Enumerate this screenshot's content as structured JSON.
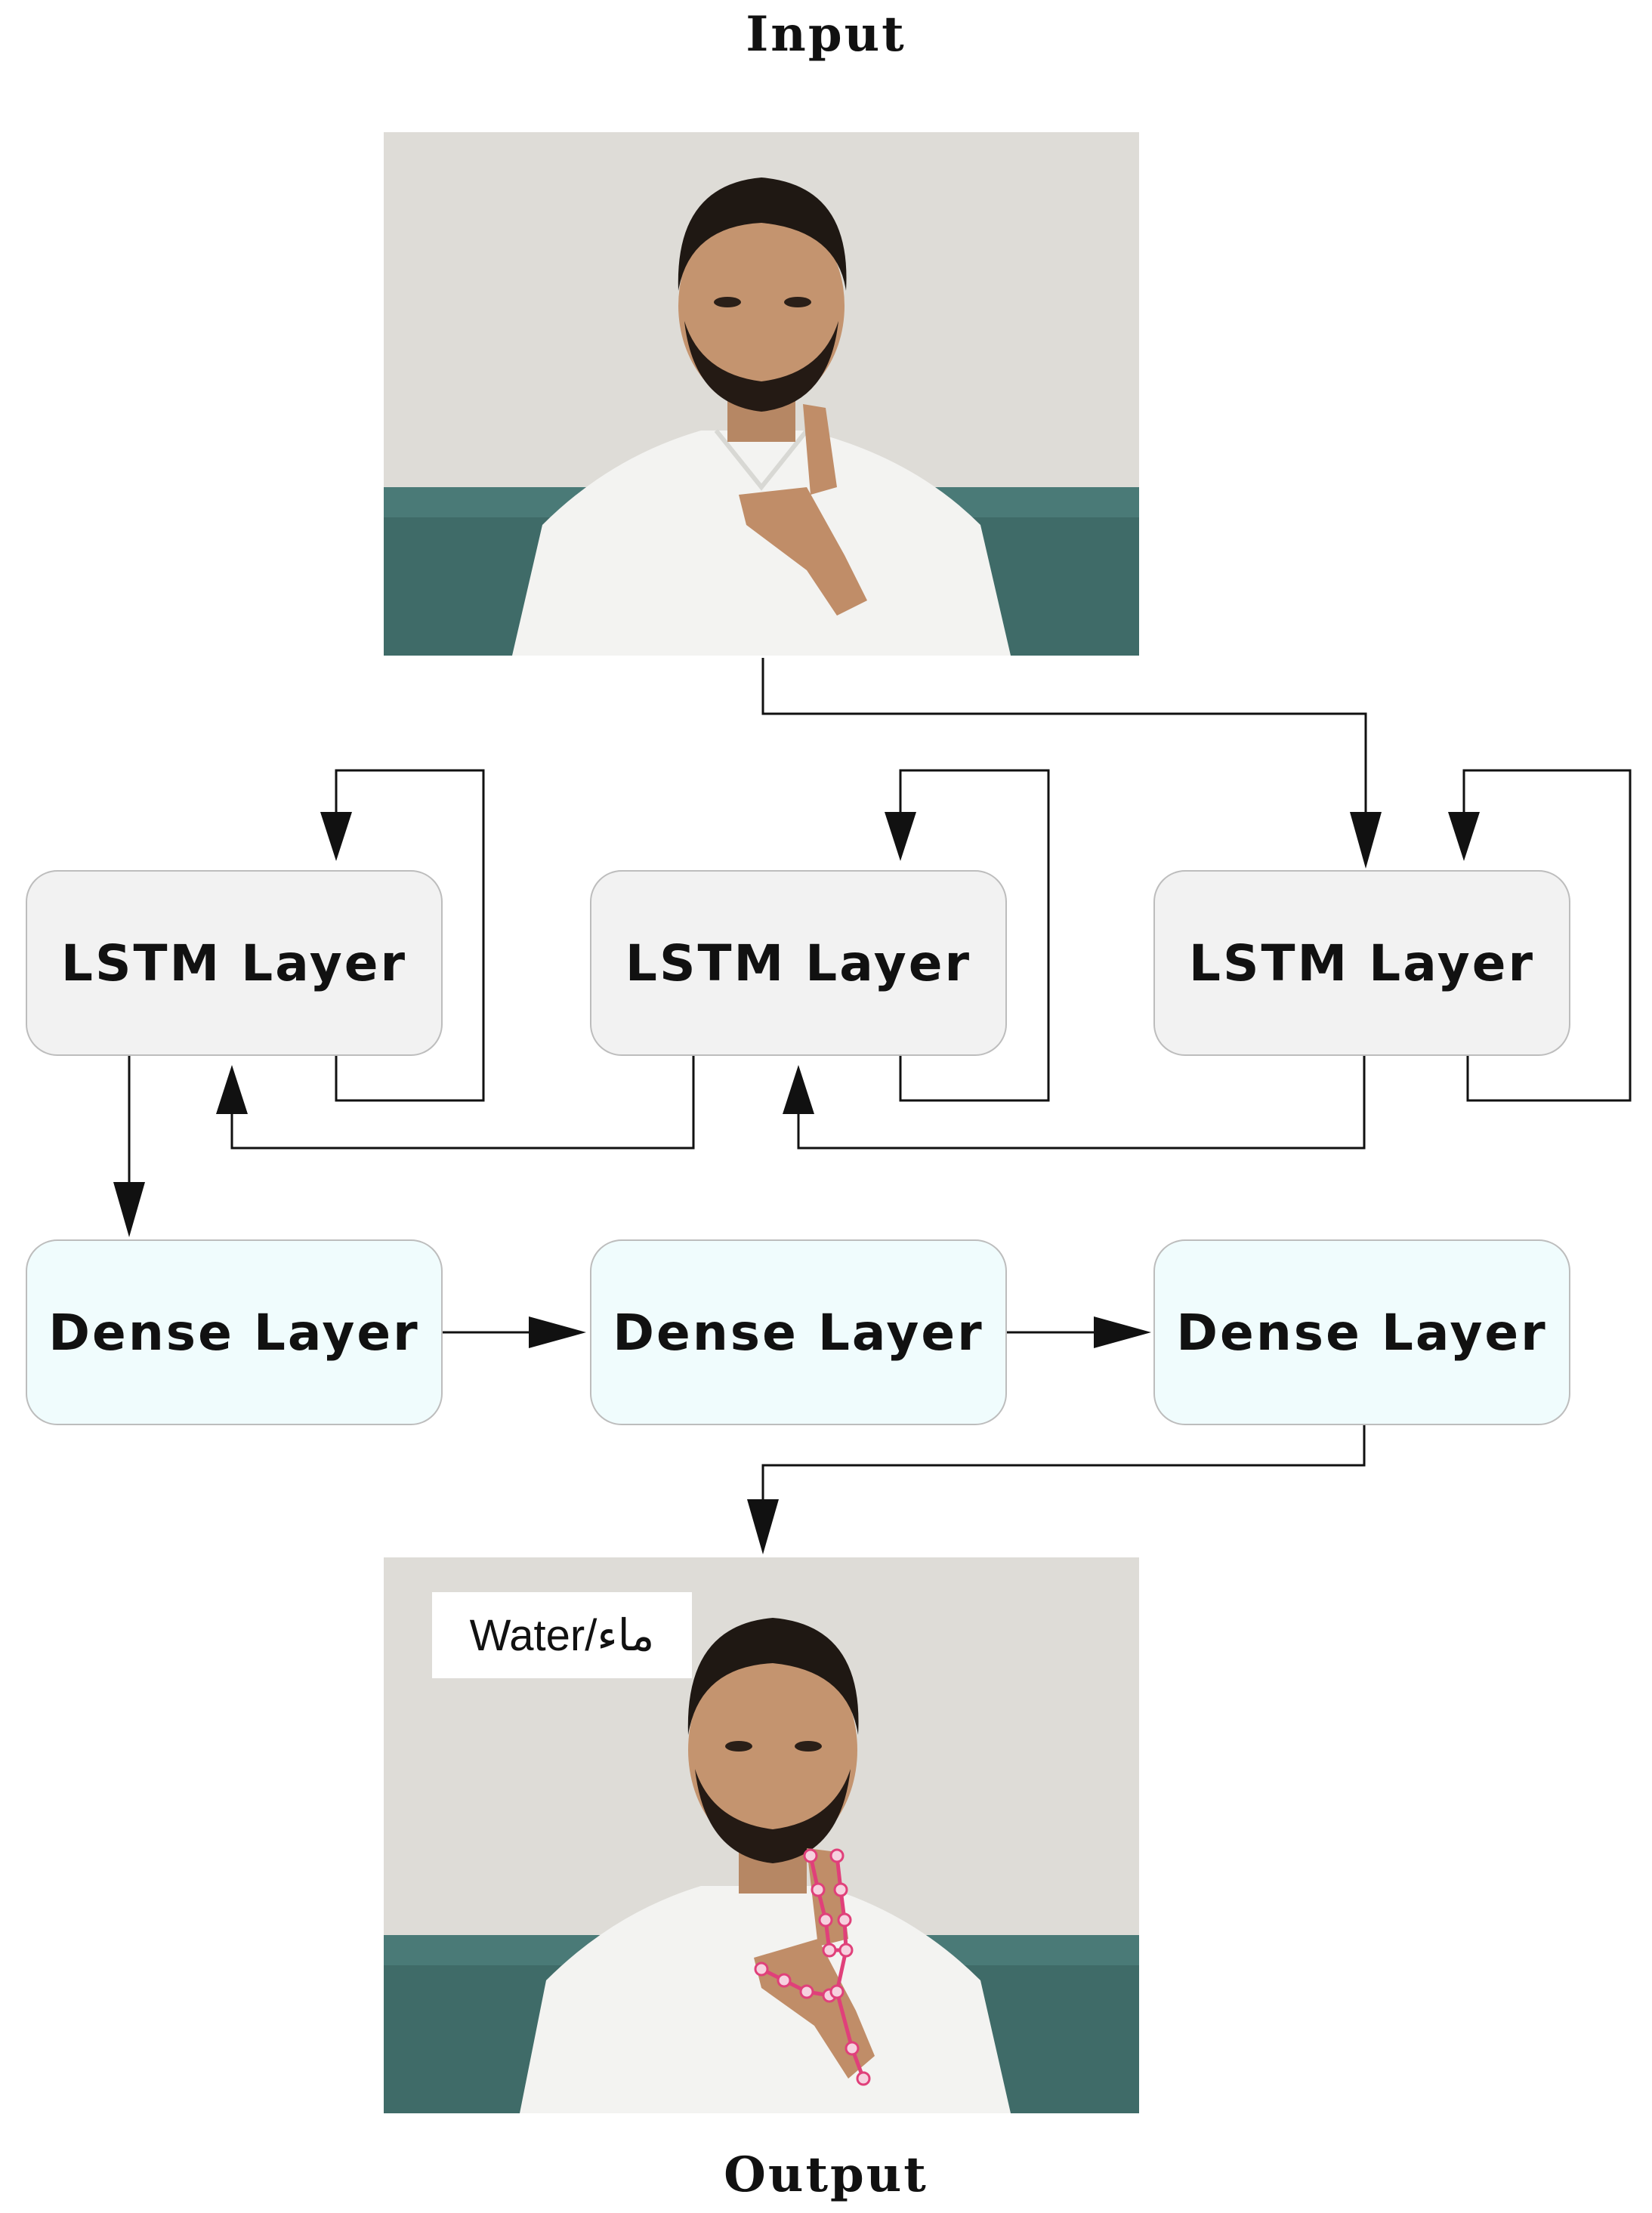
{
  "diagram": {
    "input_title": "Input",
    "output_title": "Output",
    "lstm_layers": [
      {
        "label": "LSTM Layer"
      },
      {
        "label": "LSTM Layer"
      },
      {
        "label": "LSTM Layer"
      }
    ],
    "dense_layers": [
      {
        "label": "Dense Layer"
      },
      {
        "label": "Dense Layer"
      },
      {
        "label": "Dense Layer"
      }
    ],
    "output_label": "Water/ماء"
  },
  "colors": {
    "lstm_fill": "#f2f2f2",
    "dense_fill": "#f0fcfd",
    "border": "#bdbdbd",
    "arrow": "#111111",
    "wall": "#dfdfdb",
    "sofa": "#3d6b68",
    "shirt": "#f4f4f2",
    "landmarks": "#e0407a"
  }
}
